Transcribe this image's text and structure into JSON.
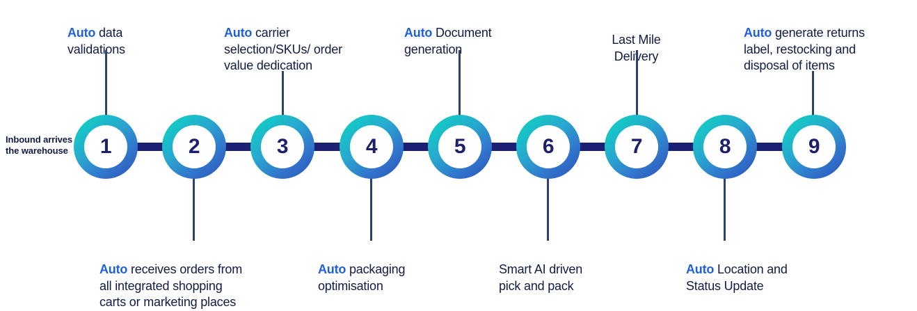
{
  "diagram": {
    "title_label": "Inbound\narrives the\nwarehouse",
    "colors": {
      "auto_accent": "#1f5fe0",
      "text": "#121b45",
      "spine": "#1c2074",
      "leader": "#2c4272",
      "ring_gradient_start": "#13d2c4",
      "ring_gradient_end": "#2c52b8",
      "number": "#1c1f6e"
    },
    "steps": [
      {
        "number": "1",
        "position": "top",
        "auto_prefix": "Auto",
        "text": " data\nvalidations"
      },
      {
        "number": "2",
        "position": "bottom",
        "auto_prefix": "Auto",
        "text": " receives orders from\nall integrated shopping\ncarts or marketing places"
      },
      {
        "number": "3",
        "position": "top",
        "auto_prefix": "Auto",
        "text": " carrier\nselection/SKUs/ order\nvalue dedication"
      },
      {
        "number": "4",
        "position": "bottom",
        "auto_prefix": "Auto",
        "text": " packaging\noptimisation"
      },
      {
        "number": "5",
        "position": "top",
        "auto_prefix": "Auto",
        "text": " Document\ngeneration"
      },
      {
        "number": "6",
        "position": "bottom",
        "auto_prefix": "",
        "text": "Smart AI driven\npick and pack"
      },
      {
        "number": "7",
        "position": "top",
        "auto_prefix": "",
        "text": "Last Mile\nDelivery"
      },
      {
        "number": "8",
        "position": "bottom",
        "auto_prefix": "Auto",
        "text": " Location and\nStatus Update"
      },
      {
        "number": "9",
        "position": "top",
        "auto_prefix": "Auto",
        "text": " generate returns\nlabel, restocking and\ndisposal of items"
      }
    ]
  }
}
